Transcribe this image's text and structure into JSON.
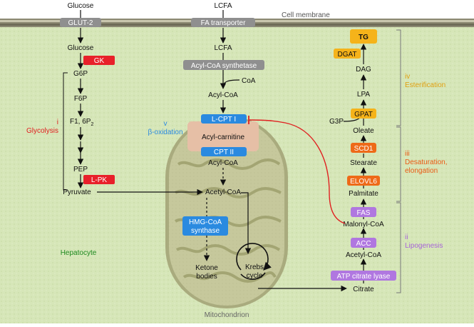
{
  "membrane": {
    "label": "Cell membrane",
    "inputs": {
      "glucose": "Glucose",
      "lcfa": "LCFA"
    },
    "transporters": {
      "glut2": "GLUT-2",
      "fa": "FA transporter"
    }
  },
  "glycolysis": {
    "stage_num": "i",
    "stage_name": "Glycolysis",
    "metabolites": {
      "glucose": "Glucose",
      "g6p": "G6P",
      "f6p": "F6P",
      "f16p_main": "F1, 6P",
      "f16p_sub": "2",
      "pep": "PEP",
      "pyruvate": "Pyruvate"
    },
    "enzymes": {
      "gk": "GK",
      "lpk": "L-PK"
    }
  },
  "beta_oxidation": {
    "stage_num": "v",
    "stage_name": "β-oxidation",
    "metabolites": {
      "lcfa": "LCFA",
      "coa": "CoA",
      "acyl_coa_1": "Acyl-CoA",
      "acyl_carnitine": "Acyl-carnitine",
      "acyl_coa_2": "Acyl-CoA",
      "acetyl_coa": "Acetyl-CoA",
      "ketone_line1": "Ketone",
      "ketone_line2": "bodies"
    },
    "enzymes": {
      "acs": "Acyl-CoA synthetase",
      "lcpt1": "L-CPT I",
      "cpt2": "CPT II",
      "hmg_line1": "HMG-CoA",
      "hmg_line2": "synthase"
    },
    "krebs_line1": "Krebs",
    "krebs_line2": "cycle",
    "mitochondrion": "Mitochondrion"
  },
  "lipogenesis": {
    "stage_num": "ii",
    "stage_name": "Lipogenesis",
    "metabolites": {
      "citrate": "Citrate",
      "acetyl_coa": "Acetyl-CoA",
      "malonyl_coa": "Malonyl-CoA"
    },
    "enzymes": {
      "acl": "ATP citrate lyase",
      "acc": "ACC",
      "fas": "FAS"
    }
  },
  "desaturation": {
    "stage_num": "iii",
    "stage_name_line1": "Desaturation,",
    "stage_name_line2": "elongation",
    "metabolites": {
      "palmitate": "Palmitate",
      "stearate": "Stearate",
      "oleate": "Oleate"
    },
    "enzymes": {
      "elovl6": "ELOVL6",
      "scd1": "SCD1"
    }
  },
  "esterification": {
    "stage_num": "iv",
    "stage_name": "Esterification",
    "metabolites": {
      "g3p": "G3P",
      "lpa": "LPA",
      "dag": "DAG"
    },
    "enzymes": {
      "gpat": "GPAT",
      "dgat": "DGAT",
      "tg": "TG"
    }
  },
  "cell_label": "Hepatocyte",
  "colors": {
    "cytoplasm": "#d6e6b8",
    "mito_fill": "#c6c89c",
    "red_enzyme": "#e8202a",
    "blue_enzyme": "#2a8ae0",
    "purple_enzyme": "#b077e0",
    "orange_enzyme": "#ee6a18",
    "yellow_enzyme": "#f5b31a",
    "grey_enzyme": "#8f8f8f",
    "acyl_carnitine": "#e6bfa6",
    "stage_i": "#e02020",
    "stage_ii": "#a765d8",
    "stage_iii": "#ea5a14",
    "stage_iv": "#e0a010",
    "stage_v": "#2a8ae0",
    "hepatocyte": "#1e8a1e",
    "inhibition_line": "#e02020"
  }
}
